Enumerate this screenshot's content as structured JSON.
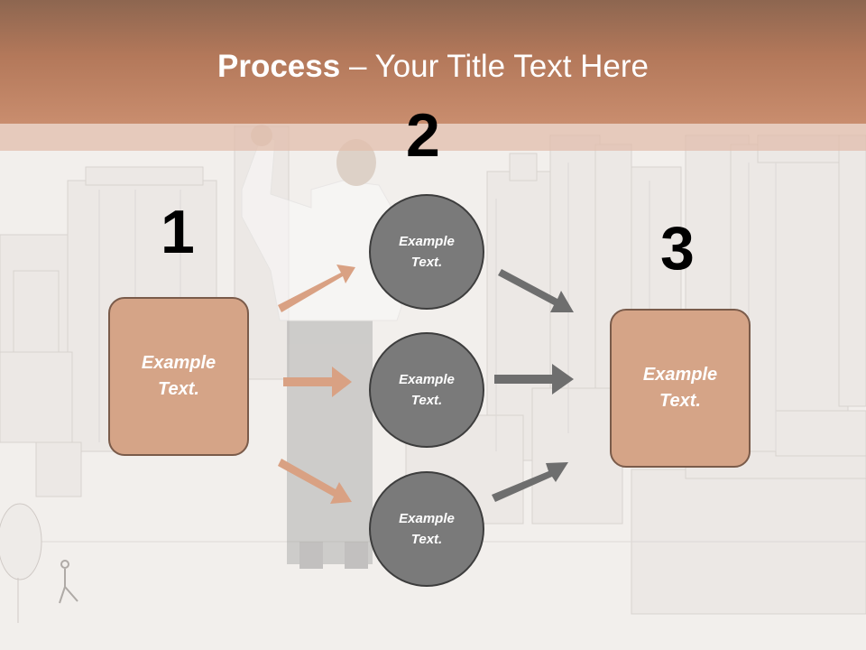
{
  "title": {
    "bold": "Process",
    "rest": " – Your Title Text Here"
  },
  "steps": [
    {
      "number": "1",
      "label_line1": "Example",
      "label_line2": "Text."
    },
    {
      "number": "2"
    },
    {
      "number": "3",
      "label_line1": "Example",
      "label_line2": "Text."
    }
  ],
  "circles": [
    {
      "label_line1": "Example",
      "label_line2": "Text."
    },
    {
      "label_line1": "Example",
      "label_line2": "Text."
    },
    {
      "label_line1": "Example",
      "label_line2": "Text."
    }
  ],
  "colors": {
    "title_band": "#b3785a",
    "box_fill": "#d5a487",
    "circle_fill": "#7a7a7a",
    "arrow_orange": "#d9a183",
    "arrow_gray": "#6e6e6e"
  }
}
